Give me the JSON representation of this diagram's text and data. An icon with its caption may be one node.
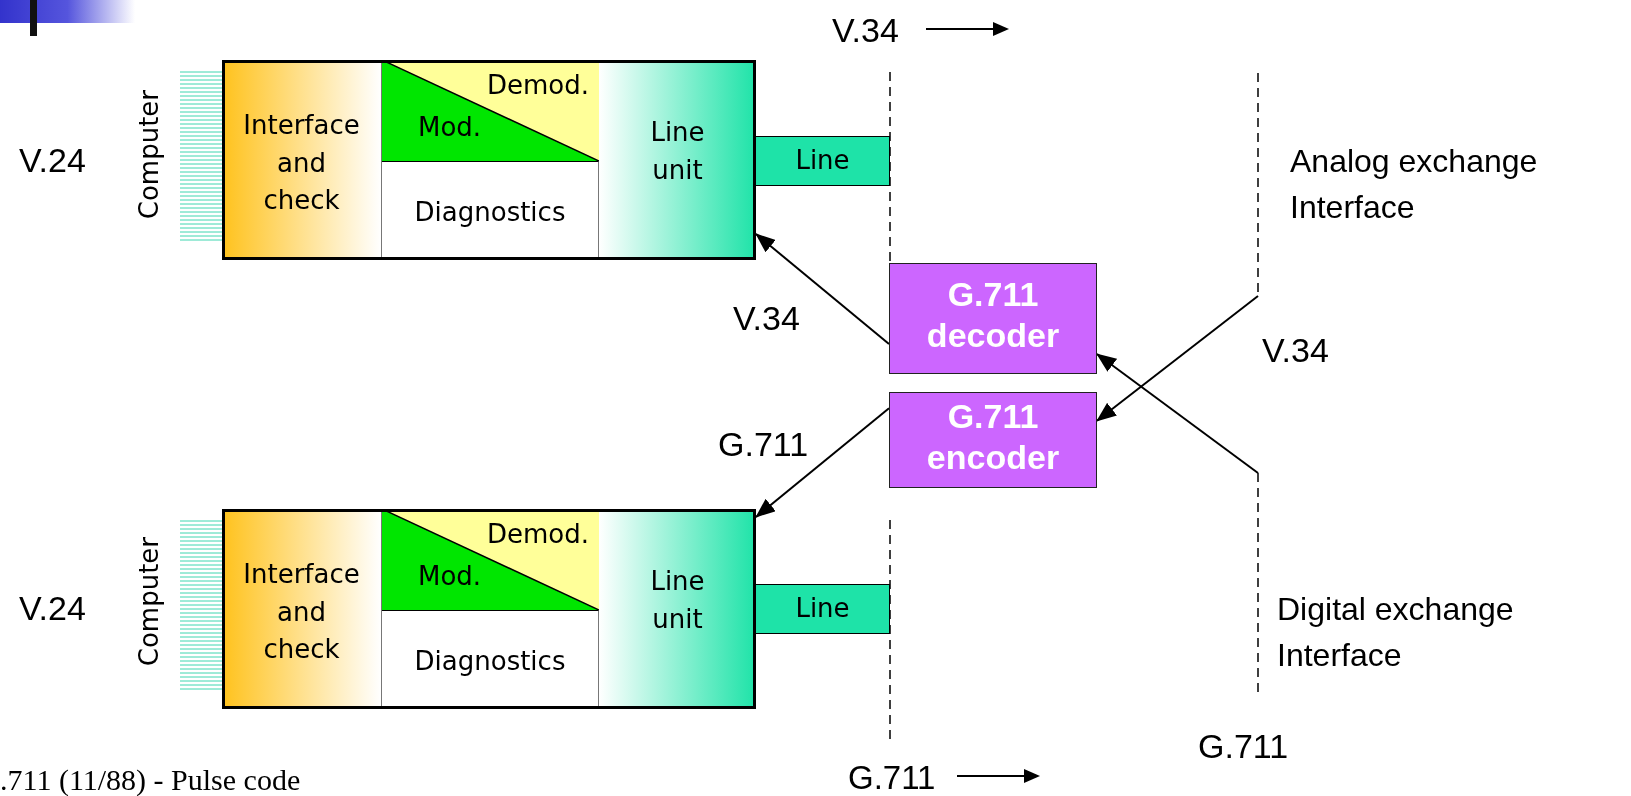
{
  "diagram": {
    "nodes": [
      {
        "text": [],
        "shape": "box"
      },
      {
        "text": [
          "Interface and check"
        ],
        "in": 0
      },
      {
        "text": [
          "Demod.",
          "Mod."
        ],
        "in": 0
      },
      {
        "text": [
          "Diagnostics"
        ],
        "in": 0
      },
      {
        "text": [
          "Line unit"
        ],
        "in": 0
      },
      {
        "text": [
          "Line"
        ]
      },
      {
        "text": [
          "G.711 decoder"
        ]
      },
      {
        "text": [
          "G.711 encoder"
        ]
      },
      {
        "text": [],
        "shape": "box"
      },
      {
        "text": [
          "Interface and check"
        ],
        "in": 8
      },
      {
        "text": [
          "Demod.",
          "Mod."
        ],
        "in": 8
      },
      {
        "text": [
          "Diagnostics"
        ],
        "in": 8
      },
      {
        "text": [
          "Line unit"
        ],
        "in": 8
      },
      {
        "text": [
          "Line"
        ]
      }
    ],
    "edges": [
      {
        "from": 6,
        "to": 4,
        "arrow": "to"
      },
      {
        "from": 7,
        "to": 12,
        "arrow": "to"
      },
      {
        "from": null,
        "to": 7,
        "arrow": "to"
      },
      {
        "from": null,
        "to": 6,
        "arrow": "to"
      }
    ],
    "labels": [
      "V.34",
      "V.24",
      "Computer",
      "Analog exchange Interface",
      "V.34",
      "V.34",
      "G.711",
      "V.24",
      "Computer",
      "Digital exchange Interface",
      "G.711",
      ".711 (11/88) - Pulse code",
      "G.711"
    ]
  }
}
